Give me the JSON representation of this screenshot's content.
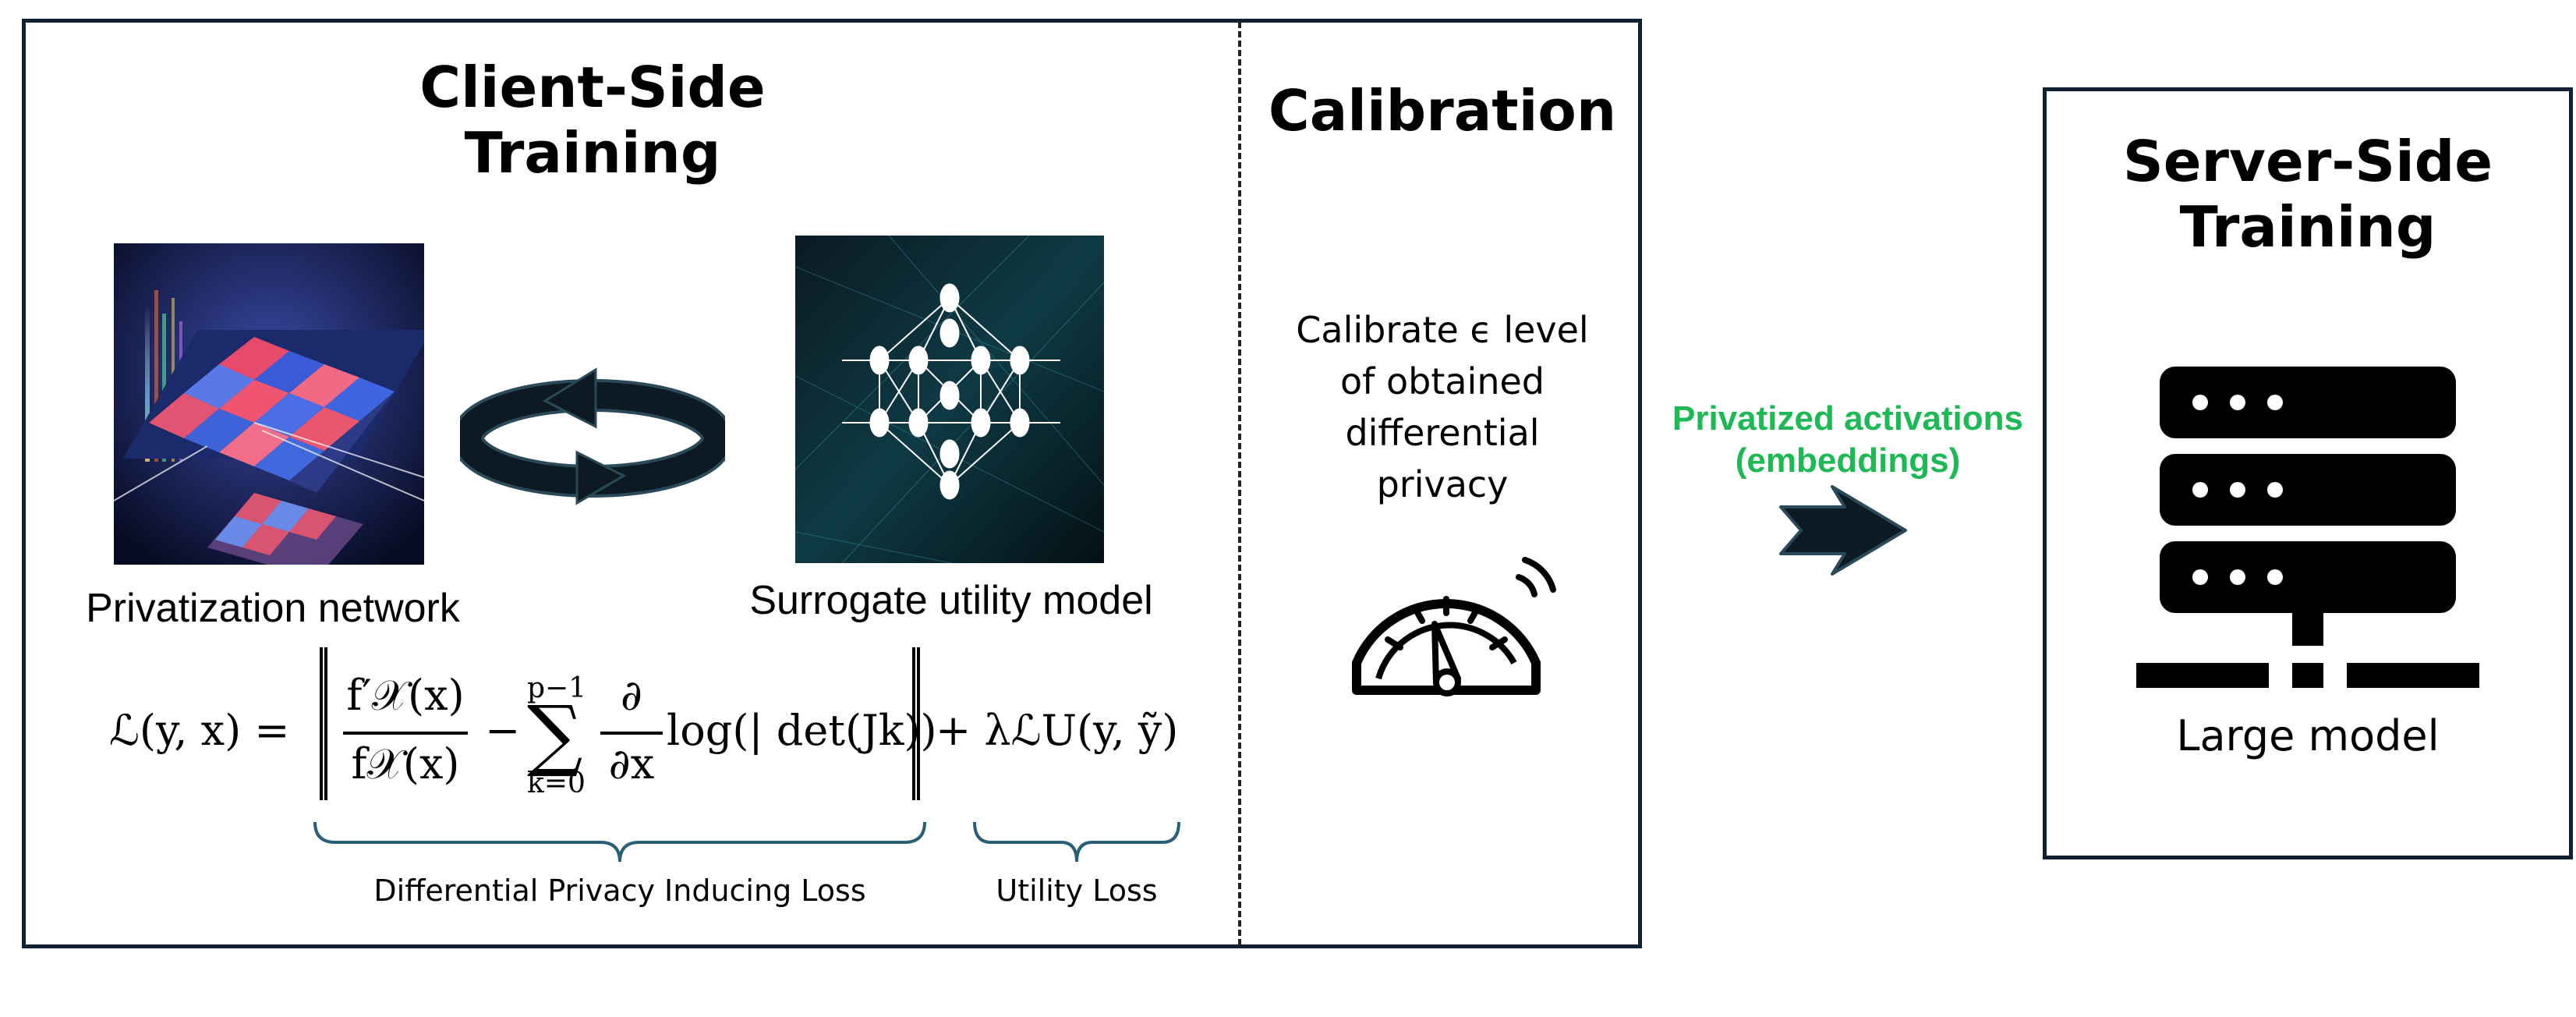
{
  "sections": {
    "client": {
      "title": "Client-Side\nTraining"
    },
    "calibration": {
      "title": "Calibration",
      "description": "Calibrate ϵ level\nof obtained\ndifferential\nprivacy"
    },
    "server": {
      "title": "Server-Side\nTraining",
      "model_label": "Large model"
    }
  },
  "captions": {
    "privatization": "Privatization network",
    "surrogate": "Surrogate utility model"
  },
  "formula": {
    "lhs": "ℒ(y, x) =",
    "frac_num": "f′𝒳(x)",
    "frac_den": "f𝒳(x)",
    "minus": "−",
    "sum_upper": "p−1",
    "sum_lower": "k=0",
    "partial_num": "∂",
    "partial_den": "∂x",
    "log_term": "log(| det(Jk))",
    "plus_term": "+ λℒU(y, ỹ)"
  },
  "braces": {
    "dp_loss": "Differential Privacy Inducing Loss",
    "utility_loss": "Utility Loss"
  },
  "arrow_label": "Privatized activations\n(embeddings)",
  "colors": {
    "arrow_label": "#1db954",
    "dark": "#0d1a24",
    "brace": "#2a5f7a"
  },
  "icons": [
    "cycle-arrows-icon",
    "right-arrow-icon",
    "speedometer-icon",
    "server-icon",
    "neural-network-icon"
  ]
}
